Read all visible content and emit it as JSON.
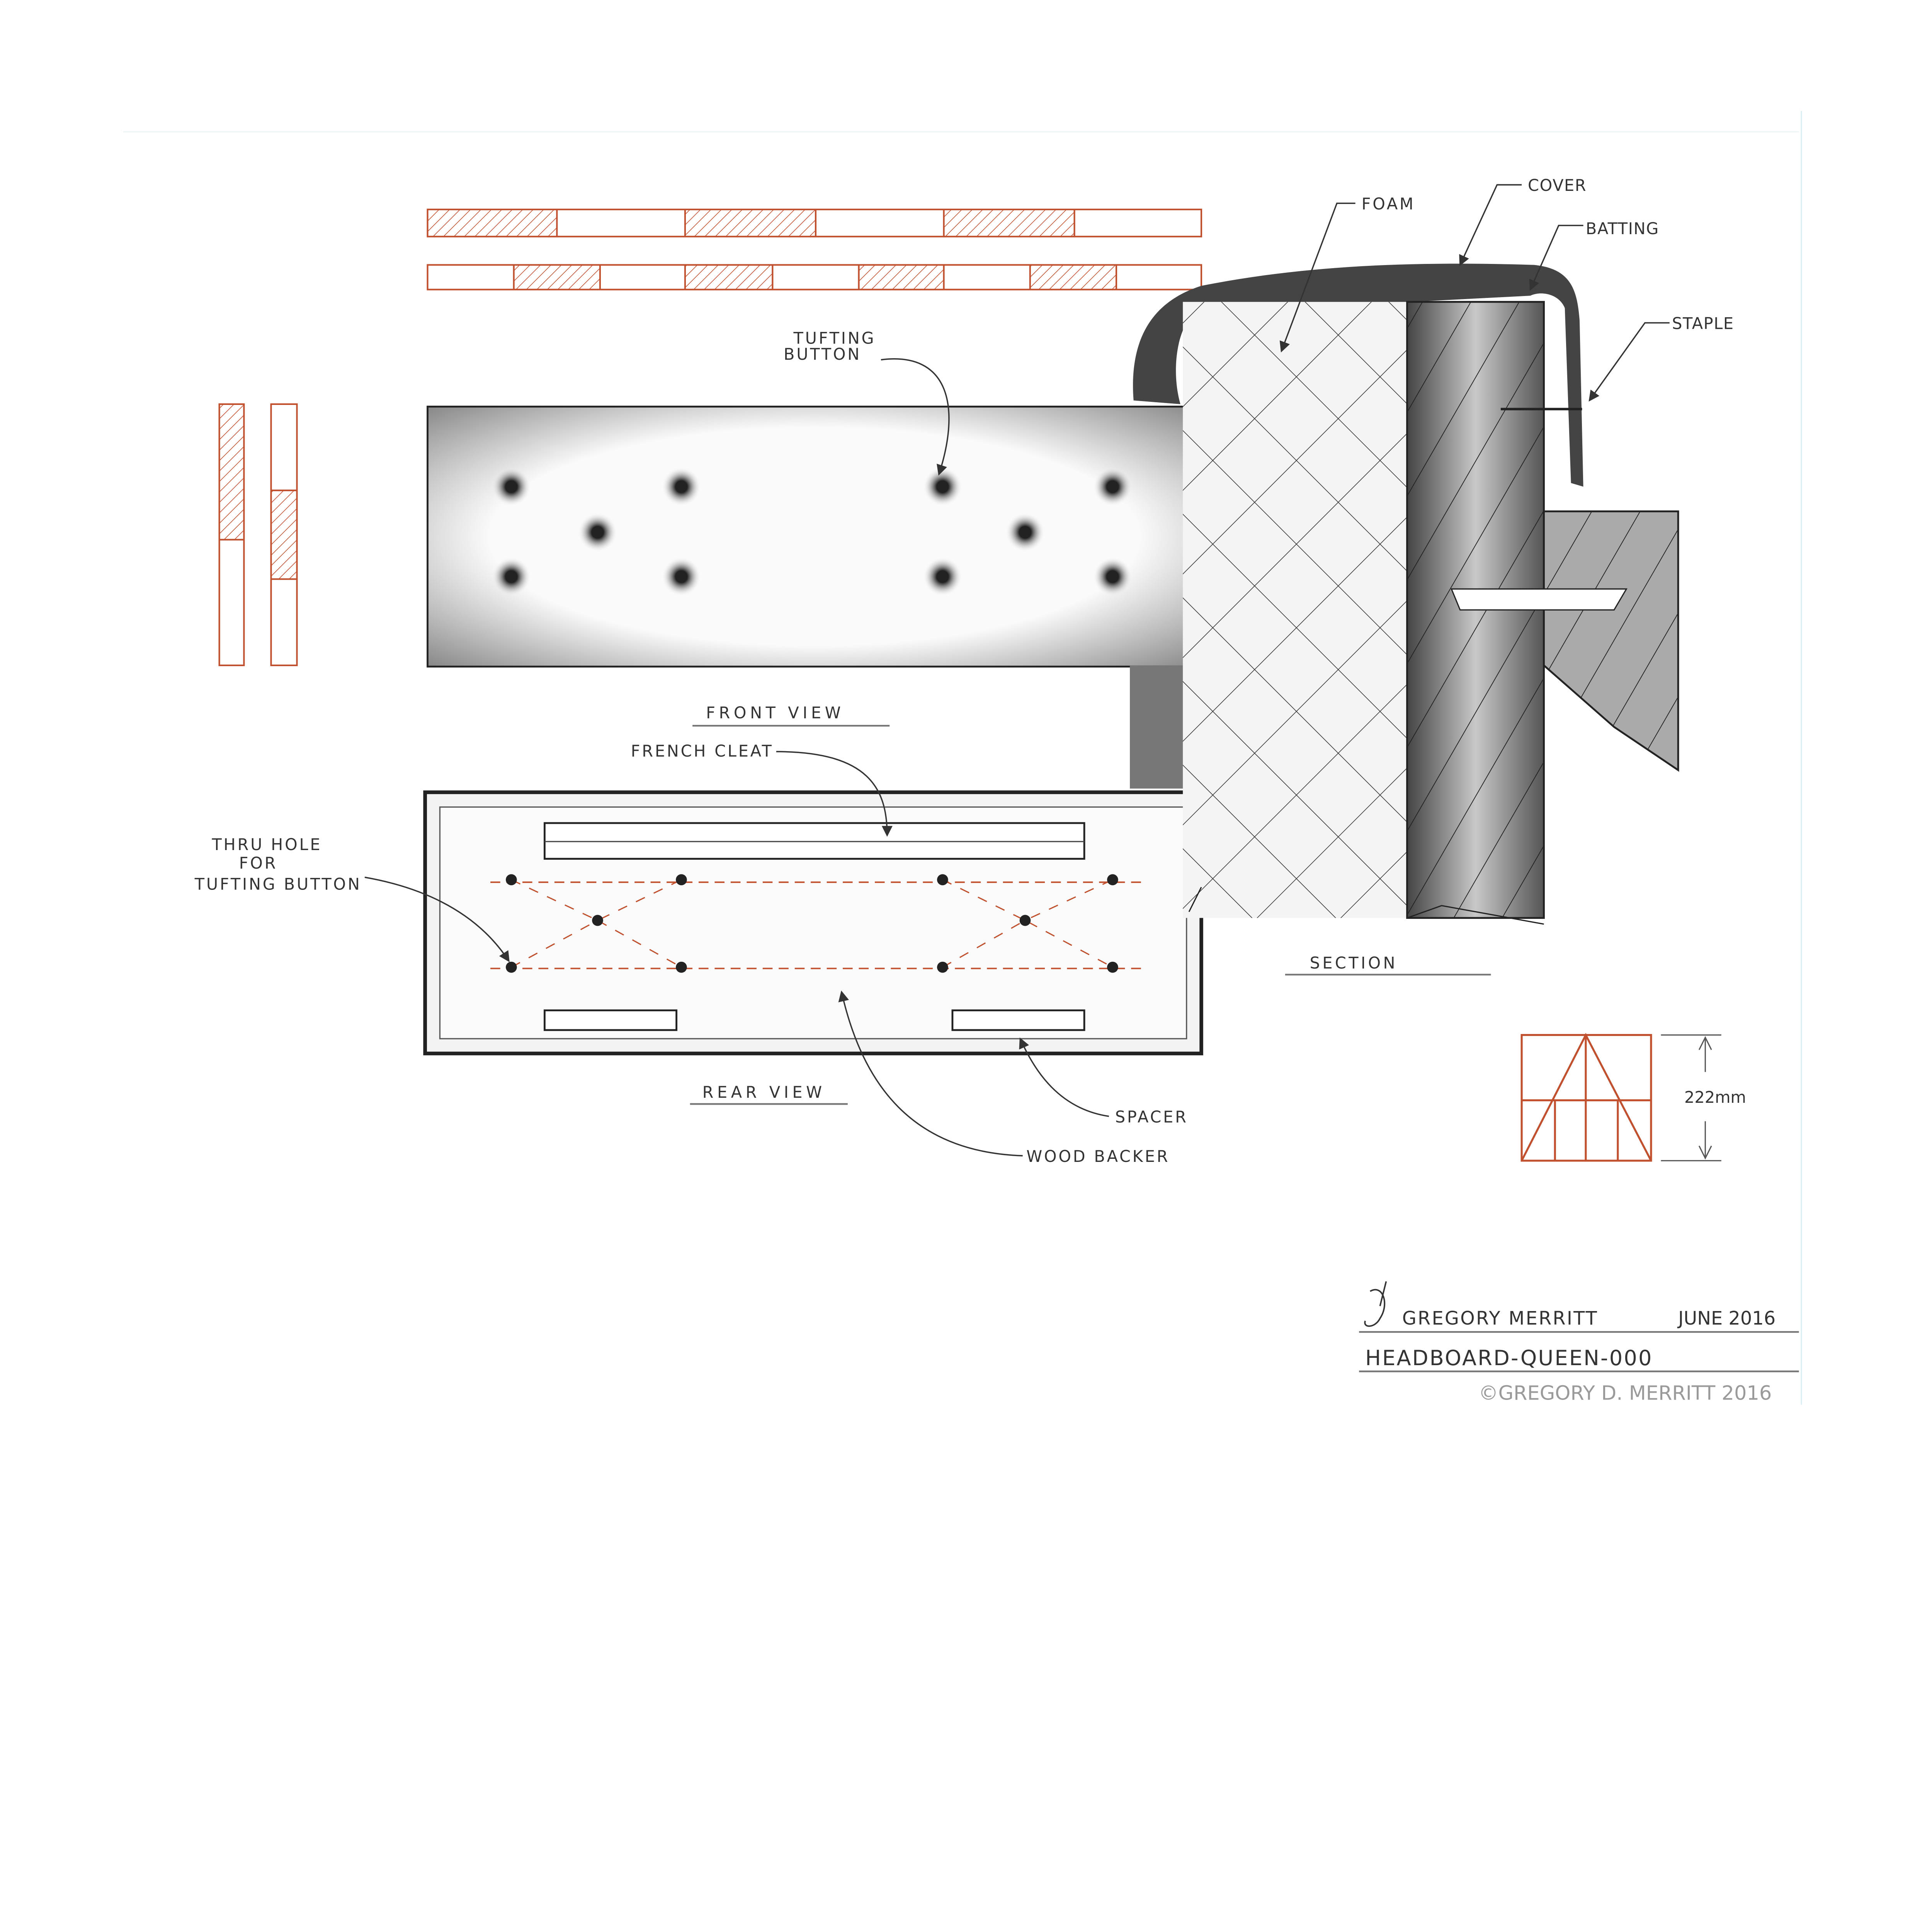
{
  "drawing": {
    "labels": {
      "tufting_button": [
        "TUFTING",
        "BUTTON"
      ],
      "front_view": "FRONT VIEW",
      "french_cleat": "FRENCH CLEAT",
      "thru_hole": [
        "THRU HOLE",
        "FOR",
        "TUFTING BUTTON"
      ],
      "rear_view": "REAR VIEW",
      "spacer": "SPACER",
      "wood_backer": "WOOD BACKER",
      "foam": "FOAM",
      "cover": "COVER",
      "batting": "BATTING",
      "staple": "STAPLE",
      "section": "SECTION",
      "dimension": "222mm"
    },
    "colors": {
      "accent_red": "#c0502e",
      "ink": "#333333"
    }
  },
  "title_block": {
    "author": "GREGORY MERRITT",
    "date": "JUNE 2016",
    "drawing_title": "HEADBOARD-QUEEN-000",
    "copyright": "©GREGORY D. MERRITT 2016"
  }
}
